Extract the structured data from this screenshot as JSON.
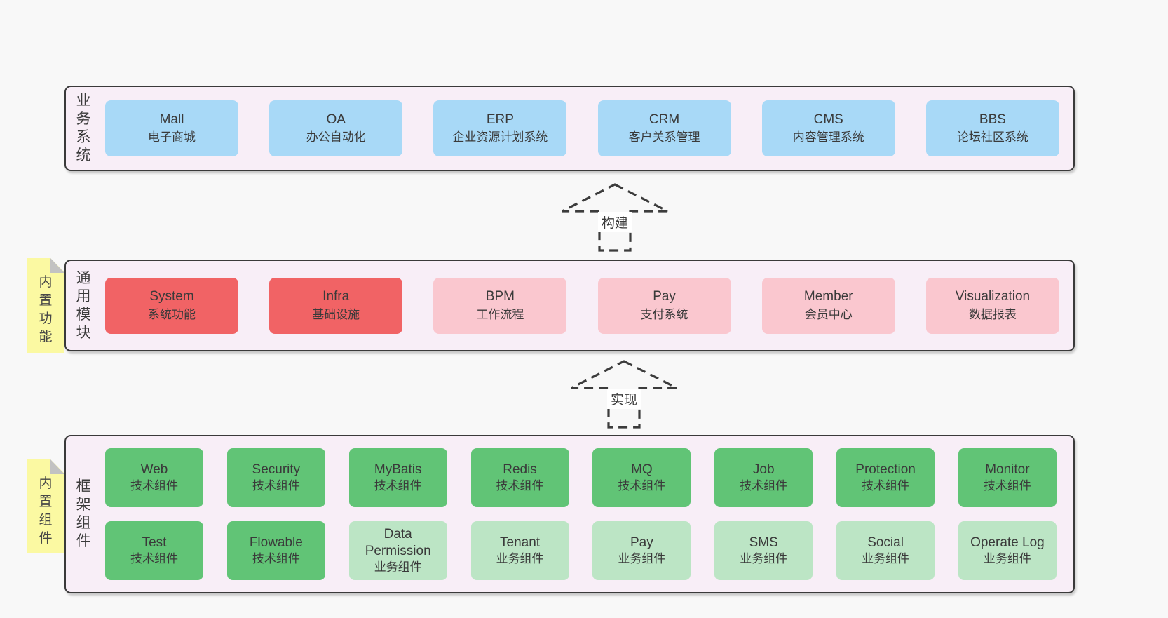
{
  "colors": {
    "page_bg": "#f8f8f8",
    "section_bg": "#f8eef7",
    "section_border": "#3a3a3a",
    "blue": "#a8d9f7",
    "red": "#f16365",
    "pink": "#fac7cf",
    "green": "#61c476",
    "light_green": "#bce5c5",
    "sticky_yellow": "#fbf9a2",
    "text": "#3a3a3a"
  },
  "arrows": {
    "build": "构建",
    "implement": "实现"
  },
  "sections": {
    "business": {
      "label": "业务系统",
      "boxes": [
        {
          "title": "Mall",
          "subtitle": "电子商城"
        },
        {
          "title": "OA",
          "subtitle": "办公自动化"
        },
        {
          "title": "ERP",
          "subtitle": "企业资源计划系统"
        },
        {
          "title": "CRM",
          "subtitle": "客户关系管理"
        },
        {
          "title": "CMS",
          "subtitle": "内容管理系统"
        },
        {
          "title": "BBS",
          "subtitle": "论坛社区系统"
        }
      ]
    },
    "modules": {
      "label": "通用模块",
      "sticky": "内置功能",
      "boxes": [
        {
          "title": "System",
          "subtitle": "系统功能"
        },
        {
          "title": "Infra",
          "subtitle": "基础设施"
        },
        {
          "title": "BPM",
          "subtitle": "工作流程"
        },
        {
          "title": "Pay",
          "subtitle": "支付系统"
        },
        {
          "title": "Member",
          "subtitle": "会员中心"
        },
        {
          "title": "Visualization",
          "subtitle": "数据报表"
        }
      ]
    },
    "components": {
      "label": "框架组件",
      "sticky": "内置组件",
      "row1": [
        {
          "title": "Web",
          "subtitle": "技术组件"
        },
        {
          "title": "Security",
          "subtitle": "技术组件"
        },
        {
          "title": "MyBatis",
          "subtitle": "技术组件"
        },
        {
          "title": "Redis",
          "subtitle": "技术组件"
        },
        {
          "title": "MQ",
          "subtitle": "技术组件"
        },
        {
          "title": "Job",
          "subtitle": "技术组件"
        },
        {
          "title": "Protection",
          "subtitle": "技术组件"
        },
        {
          "title": "Monitor",
          "subtitle": "技术组件"
        }
      ],
      "row2": [
        {
          "title": "Test",
          "subtitle": "技术组件"
        },
        {
          "title": "Flowable",
          "subtitle": "技术组件"
        },
        {
          "title": "Data Permission",
          "subtitle": "业务组件"
        },
        {
          "title": "Tenant",
          "subtitle": "业务组件"
        },
        {
          "title": "Pay",
          "subtitle": "业务组件"
        },
        {
          "title": "SMS",
          "subtitle": "业务组件"
        },
        {
          "title": "Social",
          "subtitle": "业务组件"
        },
        {
          "title": "Operate Log",
          "subtitle": "业务组件"
        }
      ]
    }
  }
}
